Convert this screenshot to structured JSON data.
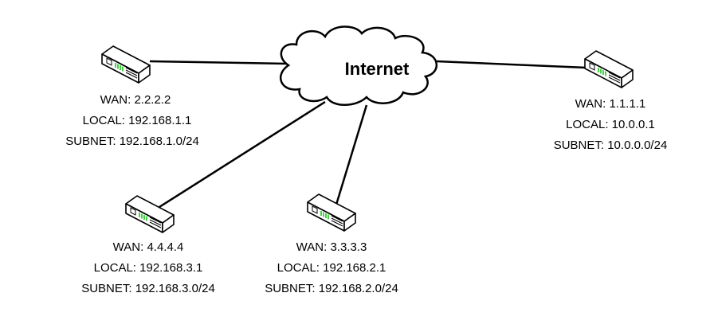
{
  "cloud": {
    "label": "Internet"
  },
  "routers": [
    {
      "wan": "WAN: 2.2.2.2",
      "local": "LOCAL: 192.168.1.1",
      "subnet": "SUBNET: 192.168.1.0/24"
    },
    {
      "wan": "WAN: 1.1.1.1",
      "local": "LOCAL: 10.0.0.1",
      "subnet": "SUBNET: 10.0.0.0/24"
    },
    {
      "wan": "WAN: 4.4.4.4",
      "local": "LOCAL: 192.168.3.1",
      "subnet": "SUBNET: 192.168.3.0/24"
    },
    {
      "wan": "WAN: 3.3.3.3",
      "local": "LOCAL: 192.168.2.1",
      "subnet": "SUBNET: 192.168.2.0/24"
    }
  ],
  "colors": {
    "line": "#000000",
    "router_body": "#ffffff",
    "router_port": "#33cc33"
  },
  "icons": {
    "router": "router-icon",
    "cloud": "cloud-icon"
  }
}
